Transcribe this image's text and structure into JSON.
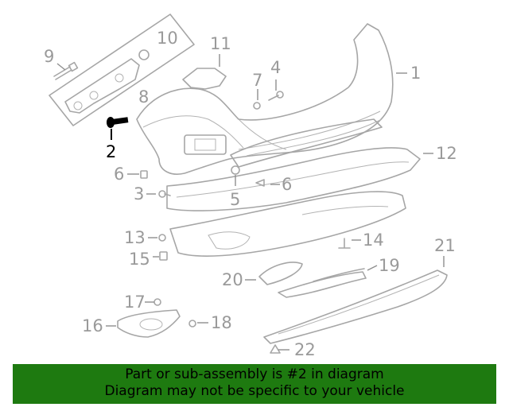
{
  "callouts": {
    "c1": "1",
    "c2": "2",
    "c3": "3",
    "c4": "4",
    "c5": "5",
    "c6a": "6",
    "c6b": "6",
    "c7": "7",
    "c8": "8",
    "c9": "9",
    "c10": "10",
    "c11": "11",
    "c12": "12",
    "c13": "13",
    "c14": "14",
    "c15": "15",
    "c16": "16",
    "c17": "17",
    "c18": "18",
    "c19": "19",
    "c20": "20",
    "c21": "21",
    "c22": "22"
  },
  "highlighted_part": "2",
  "colors": {
    "banner_bg": "#1e7a10",
    "line_art": "#a6a6a6",
    "highlight": "#000000"
  },
  "banner": {
    "line1": "Part or sub-assembly is #2 in diagram",
    "line2": "Diagram may not be specific to your vehicle"
  }
}
